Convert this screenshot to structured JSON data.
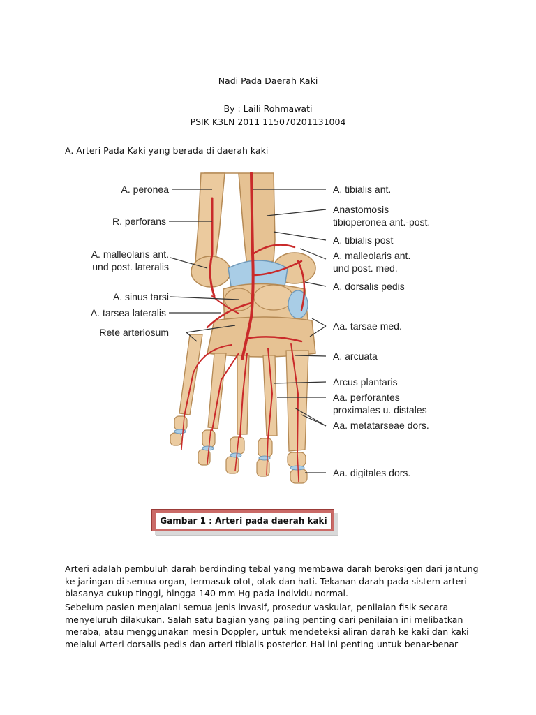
{
  "header": {
    "title": "Nadi Pada Daerah Kaki",
    "author": "By : Laili Rohmawati",
    "program": "PSIK K3LN 2011 115070201131004"
  },
  "section_heading": "A. Arteri Pada Kaki yang berada di daerah kaki",
  "figure": {
    "labels_left": [
      "A. peronea",
      "R. perforans",
      "A. malleolaris ant.",
      "und post. lateralis",
      "A. sinus tarsi",
      "A. tarsea lateralis",
      "Rete arteriosum"
    ],
    "labels_right": [
      "A. tibialis ant.",
      "Anastomosis",
      "tibioperonea ant.-post.",
      "A. tibialis post",
      "A. malleolaris ant.",
      "und post. med.",
      "A. dorsalis pedis",
      "Aa. tarsae med.",
      "A. arcuata",
      "Arcus plantaris",
      "Aa. perforantes",
      "proximales u. distales",
      "Aa. metatarseae dors.",
      "Aa. digitales dors."
    ],
    "caption": "Gambar 1 : Arteri pada daerah kaki",
    "colors": {
      "bone": "#e8c79a",
      "artery": "#c92a2a",
      "cartilage": "#a9cde6"
    }
  },
  "paragraphs": [
    "Arteri adalah pembuluh darah berdinding tebal yang membawa darah beroksigen dari jantung ke jaringan di semua organ, termasuk otot, otak dan hati. Tekanan darah pada sistem arteri biasanya cukup tinggi, hingga 140 mm Hg pada individu normal.",
    "Sebelum pasien menjalani semua jenis invasif, prosedur vaskular, penilaian fisik secara menyeluruh dilakukan. Salah satu bagian yang paling penting dari penilaian ini melibatkan meraba, atau menggunakan mesin Doppler, untuk mendeteksi aliran darah ke kaki dan kaki melalui Arteri dorsalis pedis dan arteri tibialis posterior. Hal ini penting untuk benar-benar"
  ]
}
